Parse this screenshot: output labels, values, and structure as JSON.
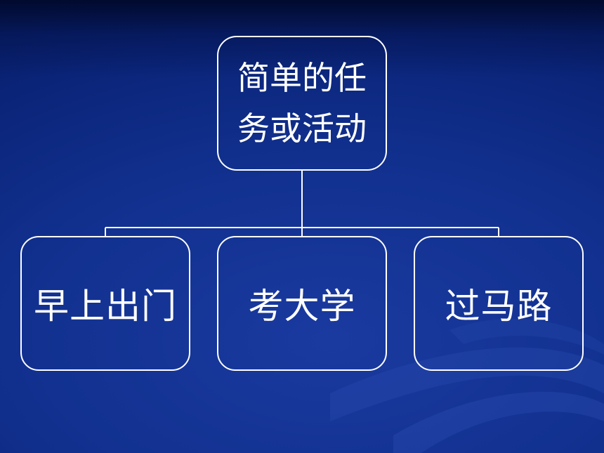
{
  "diagram": {
    "root": {
      "label": "简单的任务或活动"
    },
    "children": [
      {
        "label": "早上出门"
      },
      {
        "label": "考大学"
      },
      {
        "label": "过马路"
      }
    ]
  },
  "colors": {
    "background": "#0a2478",
    "line": "#ffffff",
    "text": "#ffffff"
  }
}
